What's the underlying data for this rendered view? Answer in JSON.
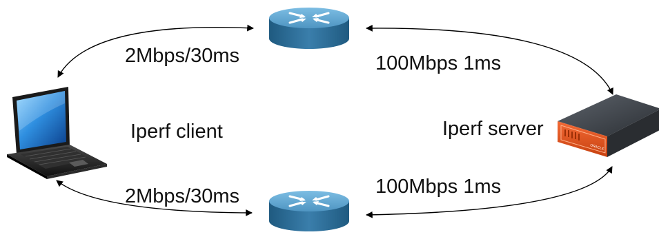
{
  "labels": {
    "top_left_link": "2Mbps/30ms",
    "top_right_link": "100Mbps 1ms",
    "bottom_left_link": "2Mbps/30ms",
    "bottom_right_link": "100Mbps 1ms",
    "client": "Iperf client",
    "server": "Iperf server"
  },
  "server_badge": "ORACLE",
  "nodes": [
    {
      "id": "client",
      "icon": "laptop-icon"
    },
    {
      "id": "router-top",
      "icon": "router-icon"
    },
    {
      "id": "router-bottom",
      "icon": "router-icon"
    },
    {
      "id": "server",
      "icon": "rack-server-icon"
    }
  ],
  "colors": {
    "router_fill": "#2f6f97",
    "router_top": "#5ea4cf",
    "server_chassis": "#e5501e",
    "server_top": "#3b3f45",
    "arrow": "#000000"
  }
}
